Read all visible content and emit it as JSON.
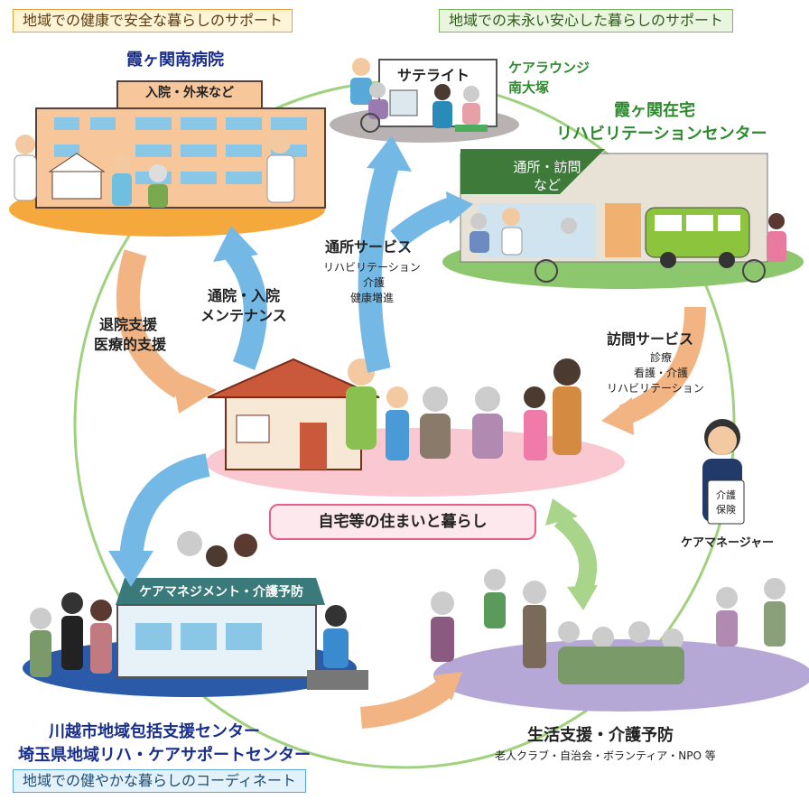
{
  "tags": {
    "top_left": "地域での健康で安全な暮らしのサポート",
    "top_right": "地域での末永い安心した暮らしのサポート",
    "bottom_left": "地域での健やかな暮らしのコーディネート"
  },
  "hospital": {
    "name": "霞ヶ関南病院",
    "sign": "入院・外来など"
  },
  "satellite": {
    "sign": "サテライト",
    "name_line1": "ケアラウンジ",
    "name_line2": "南大塚"
  },
  "rehab_center": {
    "name_line1": "霞ヶ関在宅",
    "name_line2": "リハビリテーションセンター",
    "banner_line1": "通所・訪問",
    "banner_line2": "など"
  },
  "arrows": {
    "discharge_line1": "退院支援",
    "discharge_line2": "医療的支援",
    "visit_line1": "通院・入院",
    "visit_line2": "メンテナンス",
    "daycare_title": "通所サービス",
    "daycare_items": [
      "リハビリテーション",
      "介護",
      "健康増進"
    ],
    "homevisit_title": "訪問サービス",
    "homevisit_items": [
      "診療",
      "看護・介護",
      "リハビリテーション"
    ]
  },
  "home": {
    "label": "自宅等の住まいと暮らし"
  },
  "care_manager": {
    "badge_line1": "介護",
    "badge_line2": "保険",
    "label": "ケアマネージャー"
  },
  "support_center": {
    "sign": "ケアマネジメント・介護予防",
    "name_line1": "川越市地域包括支援センター",
    "name_line2": "埼玉県地域リハ・ケアサポートセンター"
  },
  "life_support": {
    "title": "生活支援・介護予防",
    "subtitle": "老人クラブ・自治会・ボランティア・NPO 等"
  },
  "colors": {
    "blue_title": "#1a2f8a",
    "green_title": "#2e8a2e",
    "arrow_blue": "#74b9e6",
    "arrow_orange": "#f2b483",
    "arrow_green": "#a9d58a"
  }
}
